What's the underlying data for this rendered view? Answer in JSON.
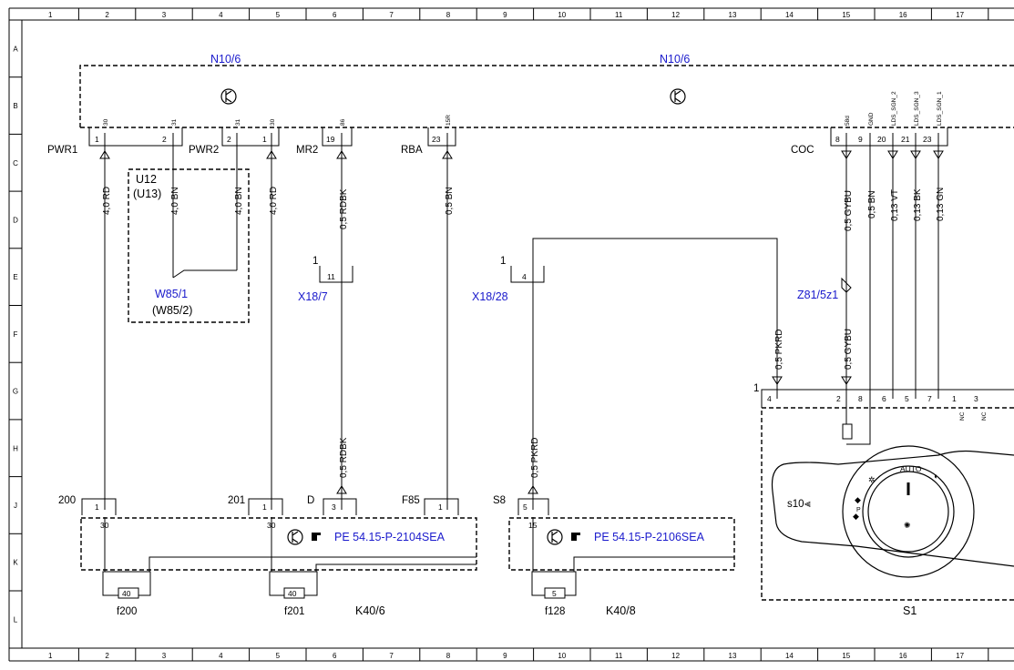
{
  "grid": {
    "columns": [
      "1",
      "2",
      "3",
      "4",
      "5",
      "6",
      "7",
      "8",
      "9",
      "10",
      "11",
      "12",
      "13",
      "14",
      "15",
      "16",
      "17"
    ],
    "rows": [
      "A",
      "B",
      "C",
      "D",
      "E",
      "F",
      "G",
      "H",
      "J",
      "K",
      "L"
    ]
  },
  "components": {
    "n10_6_left": "N10/6",
    "n10_6_right": "N10/6",
    "u12": "U12",
    "u13": "(U13)",
    "w85_1": "W85/1",
    "w85_2": "(W85/2)",
    "x18_7": "X18/7",
    "x18_28": "X18/28",
    "z81_5z1": "Z81/5z1",
    "k40_6": "K40/6",
    "k40_8": "K40/8",
    "s1": "S1",
    "f200": "f200",
    "f201": "f201",
    "f128": "f128",
    "pe_left": "PE 54.15-P-2104SEA",
    "pe_right": "PE 54.15-P-2106SEA"
  },
  "connectors": {
    "pwr1": "PWR1",
    "pwr2": "PWR2",
    "mr2": "MR2",
    "rba": "RBA",
    "coc": "COC",
    "p200": "200",
    "p201": "201",
    "pD": "D",
    "pF85": "F85",
    "pS8": "S8",
    "one_a": "1",
    "one_b": "1",
    "one_s1": "1"
  },
  "pins": {
    "p_1a": "1",
    "p_2a": "2",
    "p_2b": "2",
    "p_1b": "1",
    "p_19": "19",
    "p_23a": "23",
    "p_8": "8",
    "p_9": "9",
    "p_20": "20",
    "p_21": "21",
    "p_23b": "23",
    "p_11": "11",
    "p_4x": "4",
    "p_j1a": "1",
    "p_j1b": "1",
    "p_j3": "3",
    "p_j1c": "1",
    "p_j5": "5",
    "p_30a": "30",
    "p_30b": "30",
    "p_15": "15",
    "f_40a": "40",
    "f_40b": "40",
    "f_5": "5",
    "s_4": "4",
    "s_2": "2",
    "s_8": "8",
    "s_6": "6",
    "s_5": "5",
    "s_7": "7",
    "s_1": "1",
    "s_3": "3",
    "nc1": "NC",
    "nc2": "NC"
  },
  "terminals": {
    "t30a": "30",
    "t31a": "31",
    "t31b": "31",
    "t30b": "30",
    "t86": "86",
    "t15r": "15R",
    "t58d": "58d",
    "tgnd": "GND",
    "tlds2": "LDS_SGN_2",
    "tlds3": "LDS_SGN_3",
    "tlds1": "LDS_SGN_1"
  },
  "wires": {
    "w_pwr1": "4,0 RD",
    "w_u12a": "4,0 BN",
    "w_u12b": "4,0 BN",
    "w_pwr2": "4,0 RD",
    "w_mr2": "0,5 RDBK",
    "w_rba": "0,5 BN",
    "w_d_up": "0,5 RDBK",
    "w_s8_up": "0,5 PKRD",
    "w_pkrd_r": "0,5 PKRD",
    "w_gybu_top": "0,5 GYBU",
    "w_gybu_bot": "0,5 GYBU",
    "w_bn_r": "0,5 BN",
    "w_vt": "0,13 VT",
    "w_bk": "0,13 BK",
    "w_gn": "0,13 GN"
  },
  "switch": {
    "auto": "AUTO",
    "s10": "s10",
    "p": "P"
  }
}
